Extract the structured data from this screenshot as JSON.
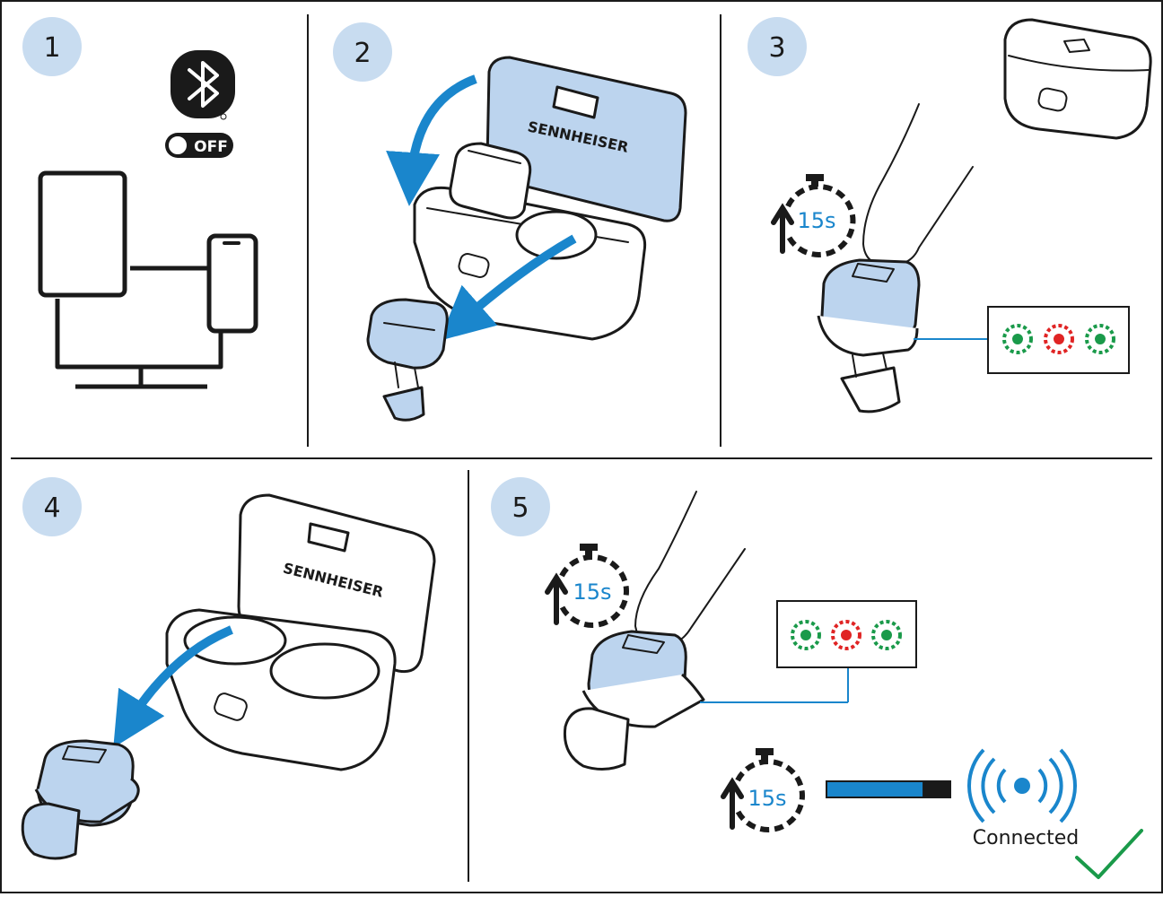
{
  "steps": [
    {
      "number": "1"
    },
    {
      "number": "2"
    },
    {
      "number": "3"
    },
    {
      "number": "4"
    },
    {
      "number": "5"
    }
  ],
  "bluetooth": {
    "toggle_label": "OFF"
  },
  "case_logo": "SENNHEISER",
  "timer_label": "15s",
  "connection": {
    "status": "Connected",
    "progress_fraction": 0.78
  },
  "led_sequence": [
    "green",
    "red",
    "green"
  ],
  "colors": {
    "step_circle": "#c8dcf0",
    "accent_blue": "#1a86cc",
    "bud_blue": "#bcd4ee",
    "led_green": "#1a9a4a",
    "led_red": "#e02424",
    "check_green": "#1a9a4a"
  },
  "icons": [
    "bluetooth-icon",
    "toggle-switch-icon",
    "tablet-icon",
    "smartphone-icon",
    "monitor-icon",
    "charging-case-icon",
    "earbud-icon",
    "finger-icon",
    "stopwatch-icon",
    "led-indicator-icon",
    "broadcast-icon",
    "checkmark-icon",
    "arrow-icon"
  ]
}
